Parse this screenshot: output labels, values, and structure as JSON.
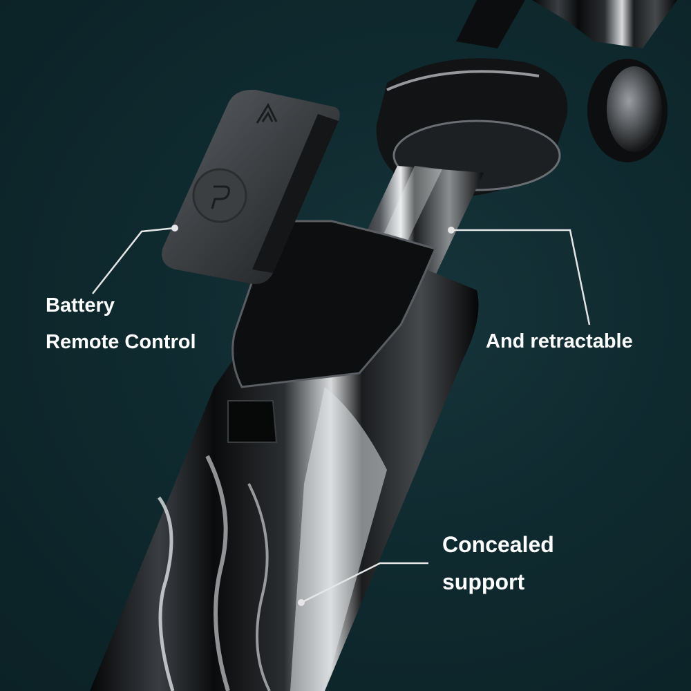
{
  "labels": {
    "battery": "Battery",
    "remote_control": "Remote Control",
    "retractable": "And retractable",
    "concealed": "Concealed",
    "support": "support"
  },
  "colors": {
    "background": "#0e2529",
    "text": "#ffffff",
    "leader_line": "#e6e6e6"
  },
  "icons": {
    "remote_signal": "wireless-signal-icon",
    "remote_button": "bluetooth-shutter-icon"
  }
}
